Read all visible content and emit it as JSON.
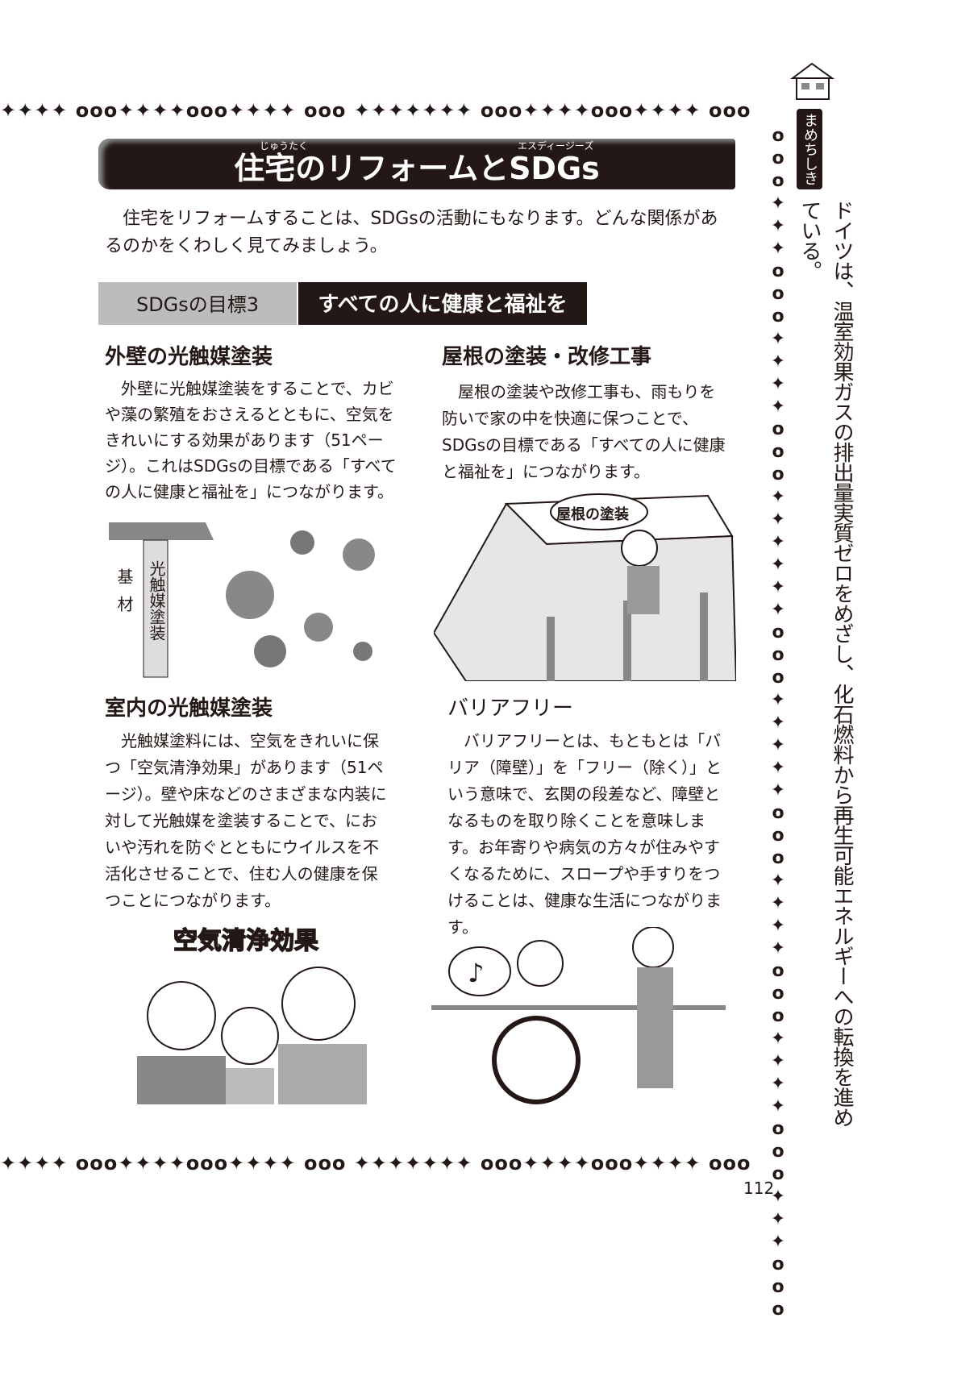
{
  "title": "住宅のリフォームとSDGs",
  "title_ruby": [
    "じゅうたく",
    "エスディージーズ"
  ],
  "intro": "住宅をリフォームすることは、SDGsの活動にもなります。どんな関係があるのかをくわしく見てみましょう。",
  "goal": {
    "label": "SDGsの目標3",
    "name": "すべての人に健康と福祉を"
  },
  "sections": [
    {
      "heading": "外壁の光触媒塗装",
      "body": "外壁に光触媒塗装をすることで、カビや藻の繁殖をおさえるとともに、空気をきれいにする効果があります（51ページ）。これはSDGsの目標である「すべての人に健康と福祉を」につながります。"
    },
    {
      "heading": "屋根の塗装・改修工事",
      "body": "屋根の塗装や改修工事も、雨もりを防いで家の中を快適に保つことで、SDGsの目標である「すべての人に健康と福祉を」につながります。"
    },
    {
      "heading": "室内の光触媒塗装",
      "body": "光触媒塗料には、空気をきれいに保つ「空気清浄効果」があります（51ページ）。壁や床などのさまざまな内装に対して光触媒を塗装することで、においや汚れを防ぐとともにウイルスを不活化させることで、住む人の健康を保つことにつながります。"
    },
    {
      "heading": "バリアフリー",
      "body": "バリアフリーとは、もともとは「バリア（障壁）」を「フリー（除く）」という意味で、玄関の段差など、障壁となるものを取り除くことを意味します。お年寄りや病気の方々が住みやすくなるために、スロープや手すりをつけることは、健康な生活につながります。"
    }
  ],
  "illustrations": {
    "wall_label_coating": "光触媒塗装",
    "wall_label_base": "基材",
    "roof_bubble": "屋根の塗装",
    "air_caption": "空気清浄効果",
    "music_note": "♪"
  },
  "sidebar": {
    "label": "まめちしき",
    "text": "ドイツは、温室効果ガスの排出量実質ゼロをめざし、化石燃料から再生可能エネルギーへの転換を進めている。"
  },
  "border_pattern": "✦✦✦✦ ooo✦✦✦✦ooo✦✦✦✦ ooo ✦✦✦✦✦✦✦ ooo✦✦✦✦ooo✦✦✦✦ ooo",
  "side_pattern": "ooo✦✦✦ooo✦✦✦✦ooo✦✦✦✦✦✦ooo✦✦✦✦✦ooo✦✦✦✦ooo✦✦✦✦ooo✦✦✦ooo",
  "page_number": "112"
}
